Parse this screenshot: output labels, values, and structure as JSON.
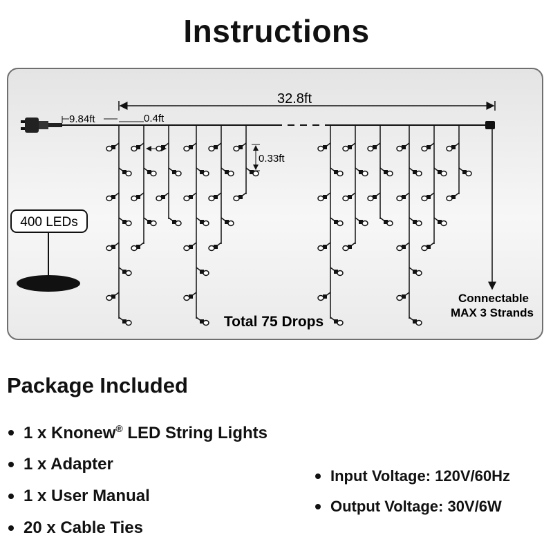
{
  "page": {
    "title": "Instructions"
  },
  "diagram": {
    "length_label": "32.8ft",
    "lead_label": "9.84ft",
    "spacing_label": "0.4ft",
    "led_spacing_label": "0.33ft",
    "badge_label": "400 LEDs",
    "drops_label": "Total 75 Drops",
    "connect_line1": "Connectable",
    "connect_line2": "MAX 3 Strands"
  },
  "package": {
    "title": "Package Included",
    "items": [
      {
        "qty": "1 x Knonew",
        "mark": "®",
        "rest": " LED String Lights"
      },
      {
        "text": "1 x Adapter"
      },
      {
        "text": "1 x User Manual"
      },
      {
        "text": "20 x Cable Ties"
      }
    ]
  },
  "specs": {
    "items": [
      "Input Voltage: 120V/60Hz",
      "Output Voltage: 30V/6W"
    ]
  },
  "colors": {
    "wire": "#111111",
    "led": "#ffffff",
    "panel": "#eeeeee"
  }
}
